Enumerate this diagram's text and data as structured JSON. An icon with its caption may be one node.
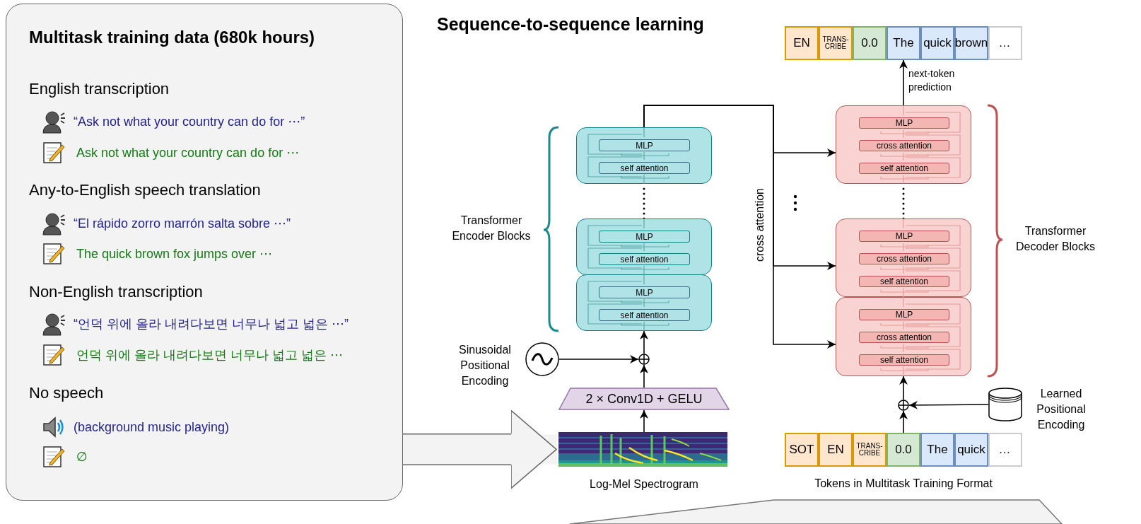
{
  "diagram": {
    "title": "Sequence-to-sequence learning",
    "nodes": [
      {
        "text": [
          "Multitask training data (680k hours)",
          "English transcription",
          "“Ask not what your country can do for ⋯”",
          "Ask not what your country can do for ⋯",
          "Any-to-English speech translation",
          "“El rápido zorro marrón salta sobre ⋯”",
          "The quick brown fox jumps over ⋯",
          "Non-English transcription",
          "“언덕 위에 올라 내려다보면 너무나 넓고 넓은 ⋯”",
          "언덕 위에 올라 내려다보면 너무나 넓고 넓은 ⋯",
          "No speech",
          "(background music playing)",
          "∅"
        ]
      },
      {
        "text": [],
        "shape": "box"
      },
      {
        "text": [
          "MLP"
        ],
        "in": 1
      },
      {
        "text": [
          "self attention"
        ],
        "in": 1
      },
      {
        "text": [],
        "shape": "box"
      },
      {
        "text": [
          "MLP"
        ],
        "in": 4
      },
      {
        "text": [
          "self attention"
        ],
        "in": 4
      },
      {
        "text": [],
        "shape": "box"
      },
      {
        "text": [
          "MLP"
        ],
        "in": 7
      },
      {
        "text": [
          "self attention"
        ],
        "in": 7
      },
      {
        "text": [],
        "shape": "circle",
        "beside": [
          "Sinusoidal Positional Encoding"
        ]
      },
      {
        "text": [],
        "shape": "circle"
      },
      {
        "text": [
          "2 × Conv1D + GELU"
        ]
      },
      {
        "text": [],
        "shape": "picture",
        "beside": [
          "Log-Mel Spectrogram"
        ]
      },
      {
        "text": [
          "EN"
        ]
      },
      {
        "text": [
          "TRANS-CRIBE"
        ]
      },
      {
        "text": [
          "0.0"
        ]
      },
      {
        "text": [
          "The"
        ]
      },
      {
        "text": [
          "quick"
        ]
      },
      {
        "text": [
          "brown"
        ]
      },
      {
        "text": [
          "…"
        ]
      },
      {
        "text": [],
        "shape": "box"
      },
      {
        "text": [
          "MLP"
        ],
        "in": 21
      },
      {
        "text": [
          "cross attention"
        ],
        "in": 21
      },
      {
        "text": [
          "self attention"
        ],
        "in": 21
      },
      {
        "text": [],
        "shape": "box"
      },
      {
        "text": [
          "MLP"
        ],
        "in": 25
      },
      {
        "text": [
          "cross attention"
        ],
        "in": 25
      },
      {
        "text": [
          "self attention"
        ],
        "in": 25
      },
      {
        "text": [],
        "shape": "box"
      },
      {
        "text": [
          "MLP"
        ],
        "in": 29
      },
      {
        "text": [
          "cross attention"
        ],
        "in": 29
      },
      {
        "text": [
          "self attention"
        ],
        "in": 29
      },
      {
        "text": [],
        "shape": "circle"
      },
      {
        "text": [],
        "shape": "cylinder",
        "beside": [
          "Learned Positional Encoding"
        ]
      },
      {
        "text": [
          "SOT"
        ]
      },
      {
        "text": [
          "EN"
        ]
      },
      {
        "text": [
          "TRANS-CRIBE"
        ]
      },
      {
        "text": [
          "0.0"
        ]
      },
      {
        "text": [
          "The"
        ]
      },
      {
        "text": [
          "quick"
        ]
      },
      {
        "text": [
          "…"
        ]
      }
    ],
    "edges": [
      {
        "from": 0,
        "to": 13,
        "arrow": "to",
        "style": "thick",
        "color": "#f3f3f3"
      },
      {
        "from": 13,
        "to": 12,
        "arrow": "to"
      },
      {
        "from": 12,
        "to": 11,
        "arrow": "to"
      },
      {
        "from": 11,
        "to": 7,
        "arrow": "to"
      },
      {
        "from": 10,
        "to": 11,
        "arrow": "to"
      },
      {
        "from": 1,
        "to": 21,
        "arrow": "to"
      },
      {
        "from": 1,
        "to": 25,
        "arrow": "to"
      },
      {
        "from": 1,
        "to": 29,
        "arrow": "to"
      },
      {
        "from": 21,
        "to": 17,
        "arrow": "to",
        "label": "next-token prediction"
      },
      {
        "from": 38,
        "to": 33,
        "arrow": "to"
      },
      {
        "from": 33,
        "to": 29,
        "arrow": "to"
      },
      {
        "from": 34,
        "to": 33,
        "arrow": "to"
      },
      {
        "from": 4,
        "to": 1,
        "arrow": "none",
        "style": "dashed"
      },
      {
        "from": 25,
        "to": 21,
        "arrow": "none",
        "style": "dashed"
      }
    ],
    "labels": [
      "Transformer Encoder Blocks",
      "cross attention",
      "Transformer Decoder Blocks",
      "Tokens in Multitask Training Format"
    ]
  }
}
